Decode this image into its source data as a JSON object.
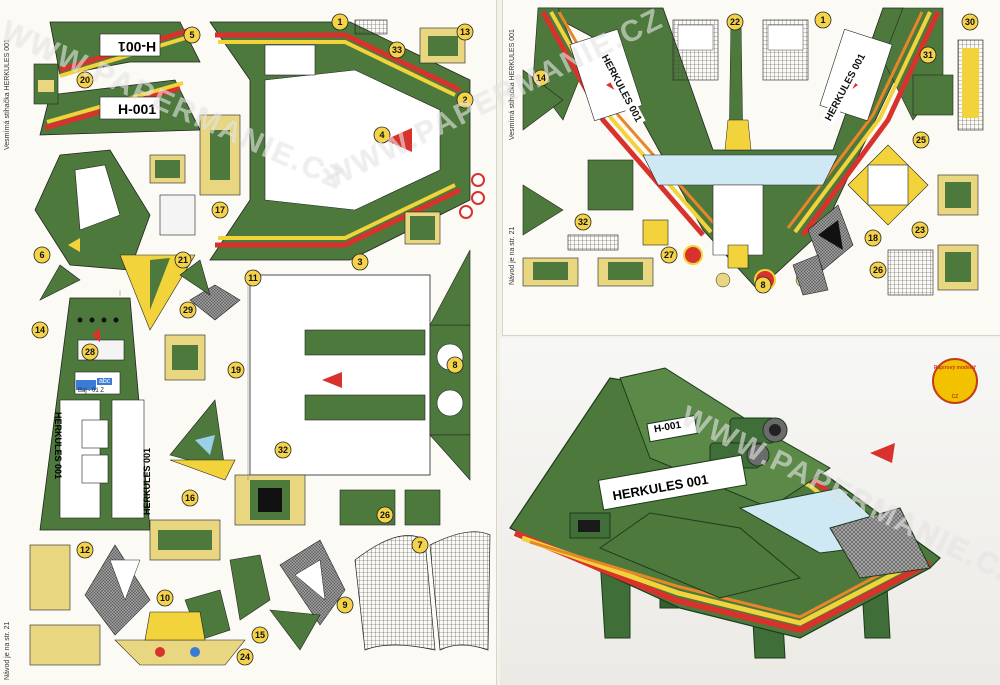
{
  "sheets": {
    "left": {
      "side_title": "Vesmírná stíhačka HERKULES 001",
      "footer_note": "Návod je na str. 21",
      "ship_name": "HERKULES 001",
      "ship_code": "H-001",
      "panel_text": "abc",
      "panel_sub": "Baj - 01 Z",
      "part_numbers": [
        "1",
        "2",
        "3",
        "4",
        "5",
        "6",
        "7",
        "8",
        "9",
        "10",
        "11",
        "12",
        "13",
        "14",
        "15",
        "16",
        "17",
        "19",
        "20",
        "21",
        "24",
        "26",
        "28",
        "29",
        "32",
        "33"
      ]
    },
    "right": {
      "side_title": "Vesmírná stíhačka HERKULES 001",
      "footer_note": "Návod je na str. 21",
      "ship_name": "HERKULES 001",
      "part_numbers": [
        "1",
        "8",
        "14",
        "18",
        "22",
        "23",
        "25",
        "26",
        "27",
        "30",
        "31",
        "32"
      ]
    }
  },
  "photo": {
    "ship_name": "HERKULES 001",
    "ship_code": "H-001",
    "stamp_top": "Papírový modelář",
    "stamp_bottom": "CZ"
  },
  "watermark": "WWW.PAPERMANIE.CZ",
  "colors": {
    "green": "#4d7a3c",
    "dark_green": "#2f5a2c",
    "red": "#d9312b",
    "yellow": "#f2d33b",
    "orange": "#e8862a",
    "marker": "#f4d24a"
  }
}
